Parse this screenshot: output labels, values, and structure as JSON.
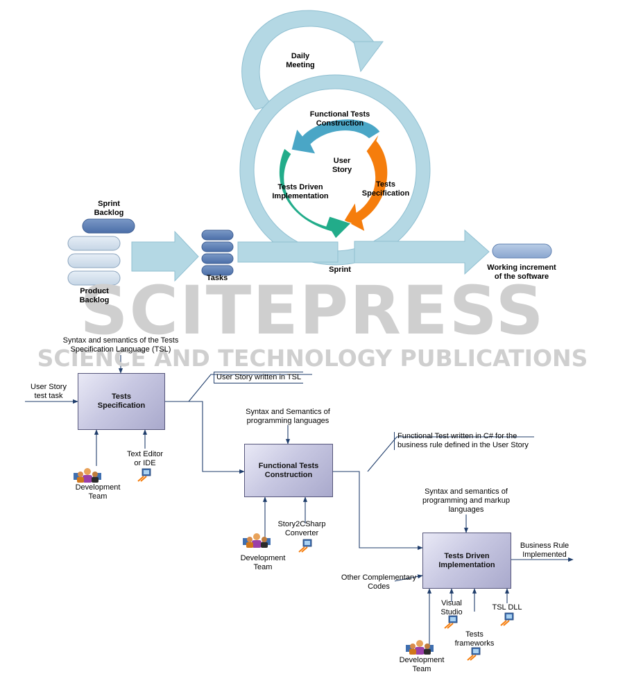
{
  "watermark": {
    "main": "SCITEPRESS",
    "sub": "SCIENCE AND TECHNOLOGY PUBLICATIONS"
  },
  "scrum": {
    "daily_meeting": "Daily\nMeeting",
    "inner_cycle": {
      "functional_tests_construction": "Functional Tests\nConstruction",
      "user_story": "User\nStory",
      "tests_specification": "Tests\nSpecification",
      "tests_driven_implementation": "Tests Driven\nImplementation"
    },
    "sprint_backlog": "Sprint\nBacklog",
    "product_backlog": "Product\nBacklog",
    "tasks": "Tasks",
    "sprint": "Sprint",
    "working_increment": "Working increment\nof the software"
  },
  "process": {
    "tests_specification": {
      "title": "Tests\nSpecification",
      "control": "Syntax and semantics of the Tests\nSpecification Language (TSL)",
      "input": "User Story\ntest task",
      "mechanisms": {
        "team": "Development\nTeam",
        "tool": "Text Editor\nor IDE"
      }
    },
    "output_tsl": "User Story written in TSL",
    "functional_tests_construction": {
      "title": "Functional Tests\nConstruction",
      "control": "Syntax and Semantics of\nprogramming languages",
      "mechanisms": {
        "team": "Development\nTeam",
        "tool": "Story2CSharp\nConverter"
      }
    },
    "output_csharp": "Functional Test written in C# for the\nbusiness rule defined in the User Story",
    "tests_driven_implementation": {
      "title": "Tests Driven\nImplementation",
      "control": "Syntax and semantics of\nprogramming and markup\nlanguages",
      "input": "Other Complementary\nCodes",
      "output": "Business Rule\nImplemented",
      "mechanisms": {
        "visual_studio": "Visual\nStudio",
        "tests_frameworks": "Tests\nframeworks",
        "tsl_dll": "TSL DLL",
        "team": "Development\nTeam"
      }
    }
  }
}
